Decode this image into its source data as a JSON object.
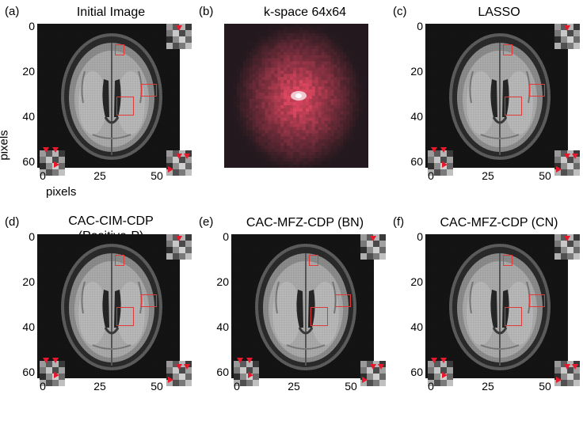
{
  "panels": [
    {
      "label": "(a)",
      "title": "Initial Image",
      "kind": "mri"
    },
    {
      "label": "(b)",
      "title": "k-space 64x64",
      "kind": "kspace"
    },
    {
      "label": "(c)",
      "title": "LASSO",
      "kind": "mri"
    },
    {
      "label": "(d)",
      "title": "CAC-CIM-CDP",
      "title2": "(Positive-P)",
      "kind": "mri"
    },
    {
      "label": "(e)",
      "title": "CAC-MFZ-CDP (BN)",
      "kind": "mri"
    },
    {
      "label": "(f)",
      "title": "CAC-MFZ-CDP (CN)",
      "kind": "mri"
    }
  ],
  "axes": {
    "ylabel": "pixels",
    "xlabel": "pixels",
    "yticks": [
      "0",
      "20",
      "40",
      "60"
    ],
    "xticks": [
      "0",
      "25",
      "50"
    ]
  },
  "colors": {
    "highlight_box": "#e03a3a",
    "arrow": "#e8192c",
    "kspace_accent": "#c0364a"
  }
}
